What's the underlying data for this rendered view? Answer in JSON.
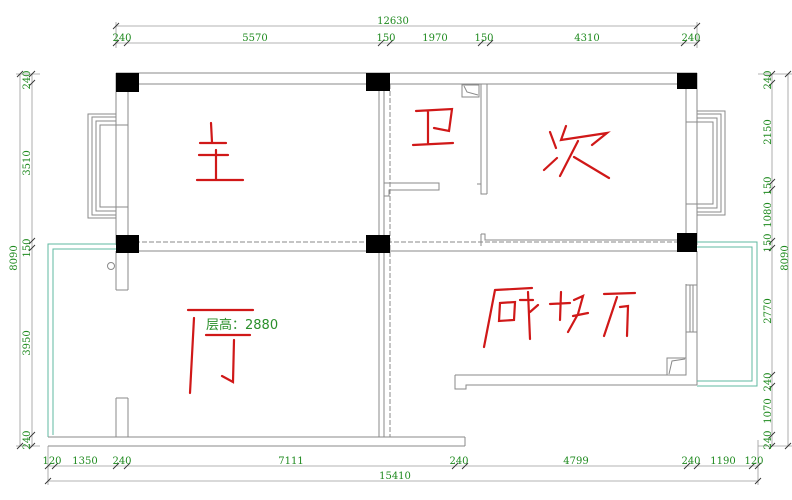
{
  "drawing": {
    "type": "floor-plan",
    "units": "mm",
    "colors": {
      "dimension_text": "#1f8a1f",
      "wall": "#8a8a8a",
      "balcony_outline": "#5fb8a0",
      "room_label": "#d01818",
      "column": "#000000"
    }
  },
  "rooms": [
    {
      "id": "master-bedroom",
      "label": "主",
      "meaning": "master bedroom"
    },
    {
      "id": "bathroom",
      "label": "卫",
      "meaning": "bathroom"
    },
    {
      "id": "second-bedroom",
      "label": "次",
      "meaning": "second bedroom"
    },
    {
      "id": "living-room",
      "label": "厅",
      "meaning": "living room"
    },
    {
      "id": "kitchen",
      "label": "厨房",
      "meaning": "kitchen (handwritten 厨坊)"
    }
  ],
  "annotations": {
    "floor_height_label": "层高：2880"
  },
  "dimensions": {
    "top_total": "12630",
    "top": [
      "240",
      "5570",
      "150",
      "1970",
      "150",
      "4310",
      "240"
    ],
    "bottom_total": "15410",
    "bottom": [
      "120",
      "1350",
      "240",
      "7111",
      "240",
      "4799",
      "240",
      "1190",
      "120"
    ],
    "left_total": "8090",
    "left": [
      "240",
      "3510",
      "150",
      "3950",
      "240"
    ],
    "right_total": "8090",
    "right": [
      "240",
      "2150",
      "150",
      "1080",
      "150",
      "2770",
      "240",
      "1070",
      "240"
    ]
  }
}
